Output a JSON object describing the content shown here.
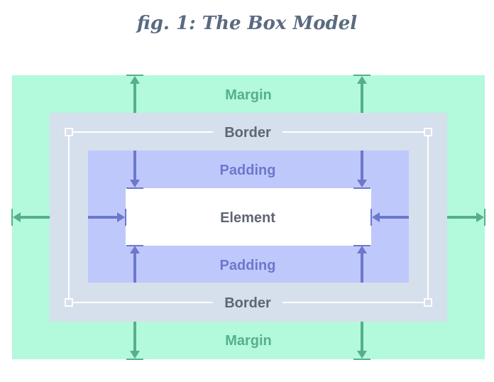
{
  "caption": "fig. 1: The Box Model",
  "labels": {
    "margin_top": "Margin",
    "border_top": "Border",
    "padding_top": "Padding",
    "element": "Element",
    "padding_bottom": "Padding",
    "border_bottom": "Border",
    "margin_bottom": "Margin"
  },
  "colors": {
    "margin_fill": "#b3f9dc",
    "margin_arrow": "#55b08a",
    "margin_text": "#55b08a",
    "border_fill": "#d6dfec",
    "border_line": "#ffffff",
    "border_text": "#5f6672",
    "padding_fill": "#bfc8fb",
    "padding_arrow": "#6b78cc",
    "padding_text": "#6b78cc",
    "element_fill": "#ffffff",
    "element_text": "#5f6672",
    "caption_text": "#5a6a80"
  }
}
